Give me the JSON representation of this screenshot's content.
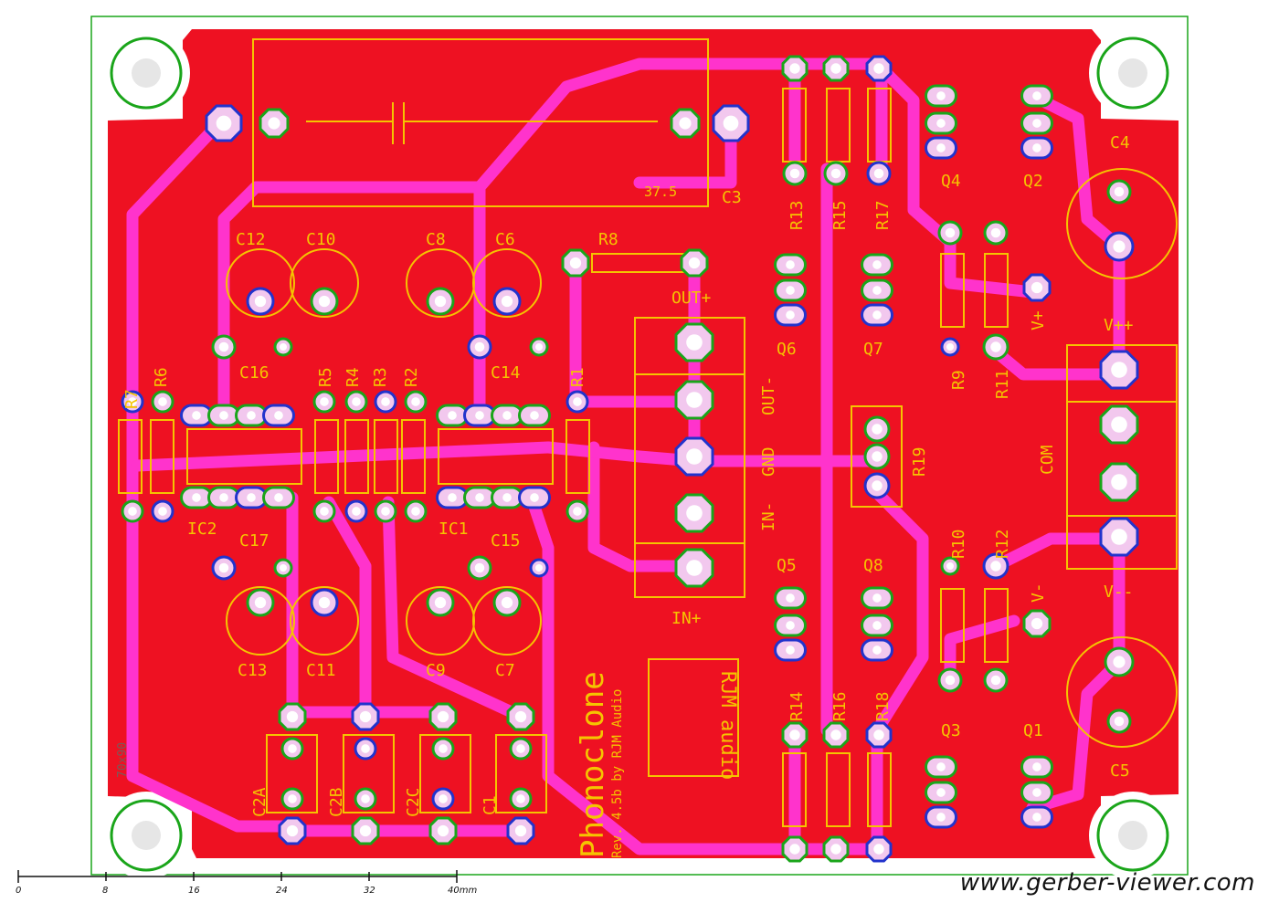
{
  "board": {
    "title": "Phonoclone",
    "subtitle": "Rev. 4.5b by RJM Audio",
    "size_label": "70x90",
    "logo_text": "RJM audio"
  },
  "cap_main_value": "37.5",
  "labels": {
    "C3": "C3",
    "C4": "C4",
    "C5": "C5",
    "C12": "C12",
    "C10": "C10",
    "C8": "C8",
    "C6": "C6",
    "C16": "C16",
    "C14": "C14",
    "C17": "C17",
    "C15": "C15",
    "C13": "C13",
    "C11": "C11",
    "C9": "C9",
    "C7": "C7",
    "C2A": "C2A",
    "C2B": "C2B",
    "C2C": "C2C",
    "C1": "C1",
    "R1": "R1",
    "R2": "R2",
    "R3": "R3",
    "R4": "R4",
    "R5": "R5",
    "R6": "R6",
    "R7": "R7",
    "R8": "R8",
    "R9": "R9",
    "R10": "R10",
    "R11": "R11",
    "R12": "R12",
    "R13": "R13",
    "R14": "R14",
    "R15": "R15",
    "R16": "R16",
    "R17": "R17",
    "R18": "R18",
    "R19": "R19",
    "IC1": "IC1",
    "IC2": "IC2",
    "Q1": "Q1",
    "Q2": "Q2",
    "Q3": "Q3",
    "Q4": "Q4",
    "Q5": "Q5",
    "Q6": "Q6",
    "Q7": "Q7",
    "Q8": "Q8",
    "OUT_PLUS": "OUT+",
    "OUT_MINUS": "OUT-",
    "GND": "GND",
    "IN_MINUS": "IN-",
    "IN_PLUS": "IN+",
    "V_PLUS": "V+",
    "V_MINUS": "V-",
    "VPP": "V++",
    "VMM": "V--",
    "COM": "COM"
  },
  "scale": {
    "ticks": [
      "0",
      "8",
      "16",
      "24",
      "32",
      "40mm"
    ]
  },
  "watermark": "www.gerber-viewer.com",
  "colors": {
    "board": "#ee1122",
    "trace": "#ff33cc",
    "silk": "#f5c400",
    "outline": "#1aa51a",
    "pad": "#f2c8ee",
    "via": "#2233cc"
  }
}
